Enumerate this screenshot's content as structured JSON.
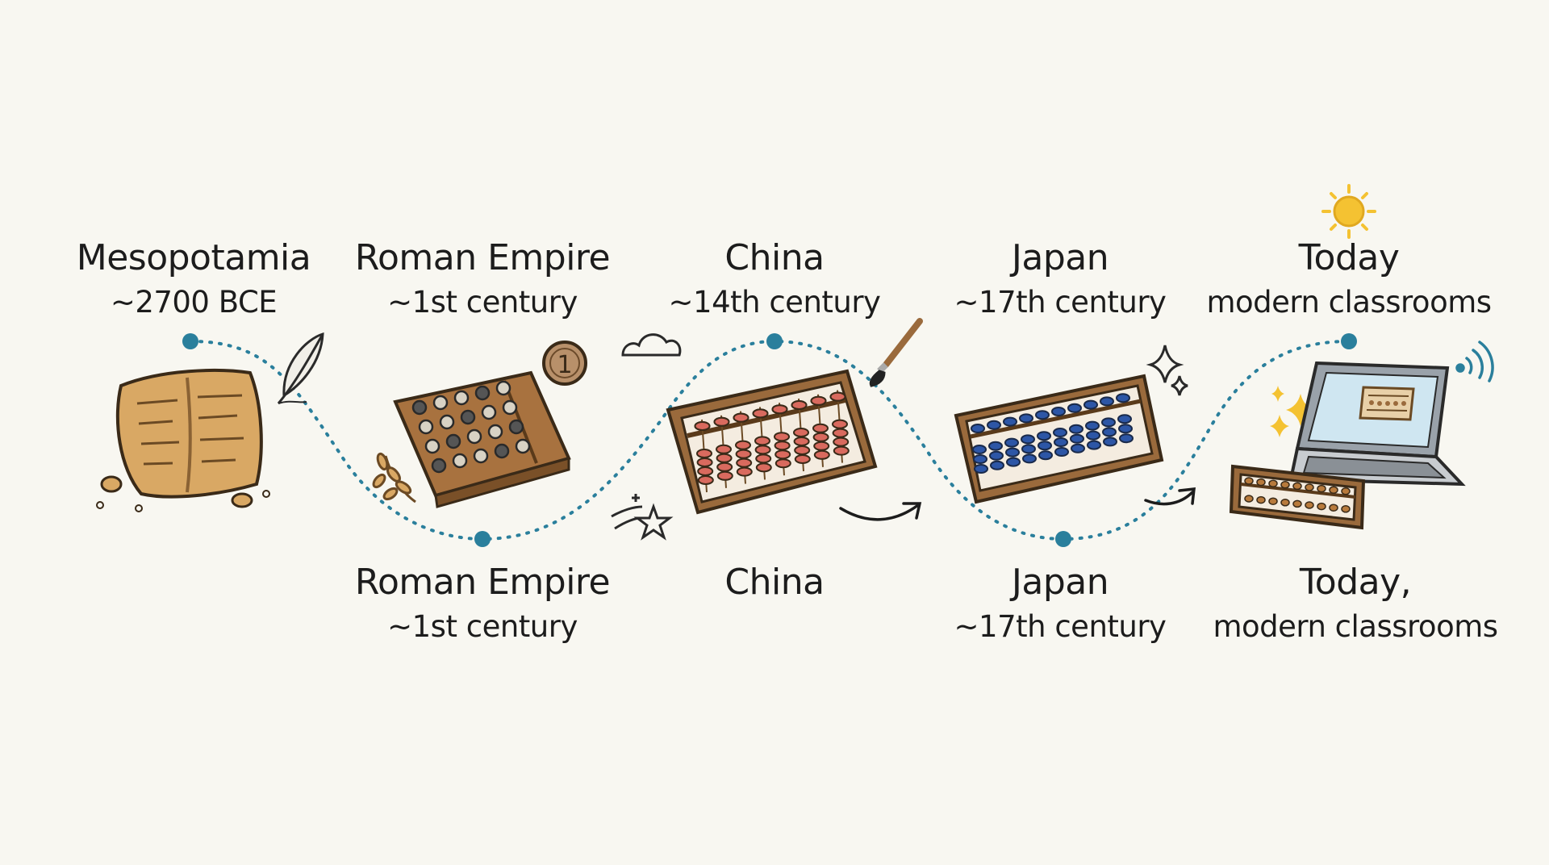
{
  "top_labels": [
    {
      "title": "Mesopotamia",
      "subtitle": "~2700 BCE"
    },
    {
      "title": "Roman Empire",
      "subtitle": "~1st century"
    },
    {
      "title": "China",
      "subtitle": "~14th century"
    },
    {
      "title": "Japan",
      "subtitle": "~17th century"
    },
    {
      "title": "Today",
      "subtitle": "modern classrooms"
    }
  ],
  "bottom_labels": [
    {
      "title": "Roman Empire",
      "subtitle": "~1st century"
    },
    {
      "title": "China",
      "subtitle": ""
    },
    {
      "title": "Japan",
      "subtitle": "~17th century"
    },
    {
      "title": "Today,",
      "subtitle": "modern classrooms"
    }
  ],
  "coin_text": "1",
  "colors": {
    "path": "#2a7f9c",
    "clay": "#d9a864",
    "wood": "#9a6a3c",
    "red_bead": "#d96a5e",
    "blue_bead": "#2d56a6",
    "sun": "#f4c232",
    "screen": "#cfe6f1"
  },
  "icons": [
    "clay-tablet-icon",
    "feather-icon",
    "counting-board-icon",
    "coin-icon",
    "wheat-icon",
    "cloud-icon",
    "stars-icon",
    "chinese-abacus-icon",
    "brush-icon",
    "sparkle-icon",
    "japanese-abacus-icon",
    "arrow-icon",
    "sun-icon",
    "laptop-icon",
    "wifi-icon",
    "small-abacus-icon"
  ]
}
